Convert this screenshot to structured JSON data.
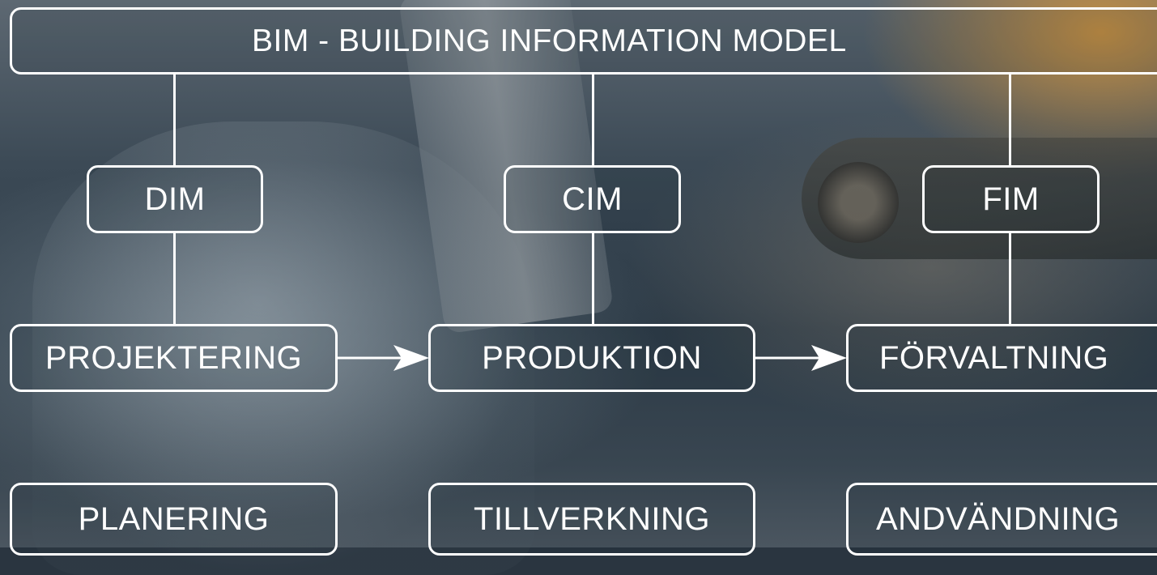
{
  "title": "BIM - BUILDING INFORMATION MODEL",
  "models": [
    {
      "id": "dim",
      "label": "DIM"
    },
    {
      "id": "cim",
      "label": "CIM"
    },
    {
      "id": "fim",
      "label": "FIM"
    }
  ],
  "phases": [
    {
      "id": "projektering",
      "label": "PROJEKTERING"
    },
    {
      "id": "produktion",
      "label": "PRODUKTION"
    },
    {
      "id": "forvaltning",
      "label": "FÖRVALTNING"
    }
  ],
  "activities": [
    {
      "id": "planering",
      "label": "PLANERING"
    },
    {
      "id": "tillverkning",
      "label": "TILLVERKNING"
    },
    {
      "id": "andvandning",
      "label": "ANDVÄNDNING"
    }
  ],
  "colors": {
    "line": "#ffffff",
    "text": "#ffffff"
  }
}
